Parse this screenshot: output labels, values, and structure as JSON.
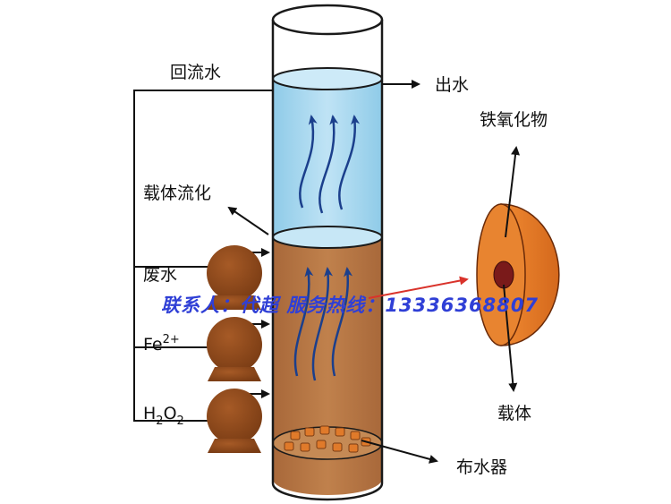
{
  "labels": {
    "return_water": "回流水",
    "outlet_water": "出水",
    "iron_oxide": "铁氧化物",
    "carrier_fluidization": "载体流化",
    "wastewater": "废水",
    "fe_base": "Fe",
    "fe_sup": "2+",
    "h2o2_h": "H",
    "h2o2_sub1": "2",
    "h2o2_o": "O",
    "h2o2_sub2": "2",
    "carrier": "载体",
    "water_distributor": "布水器"
  },
  "watermark": "联系人：代超  服务热线：13336368807",
  "colors": {
    "clear_water": "#a9d8f0",
    "treated_liquid": "#b4733f",
    "pump": "#8f4a1d",
    "iron_oxide_shell": "#e47a25",
    "carrier_core": "#7a1a1a",
    "arrow_blue": "#1b3f8c",
    "pointer_red": "#d9332b",
    "watermark": "#2f3fd6"
  }
}
